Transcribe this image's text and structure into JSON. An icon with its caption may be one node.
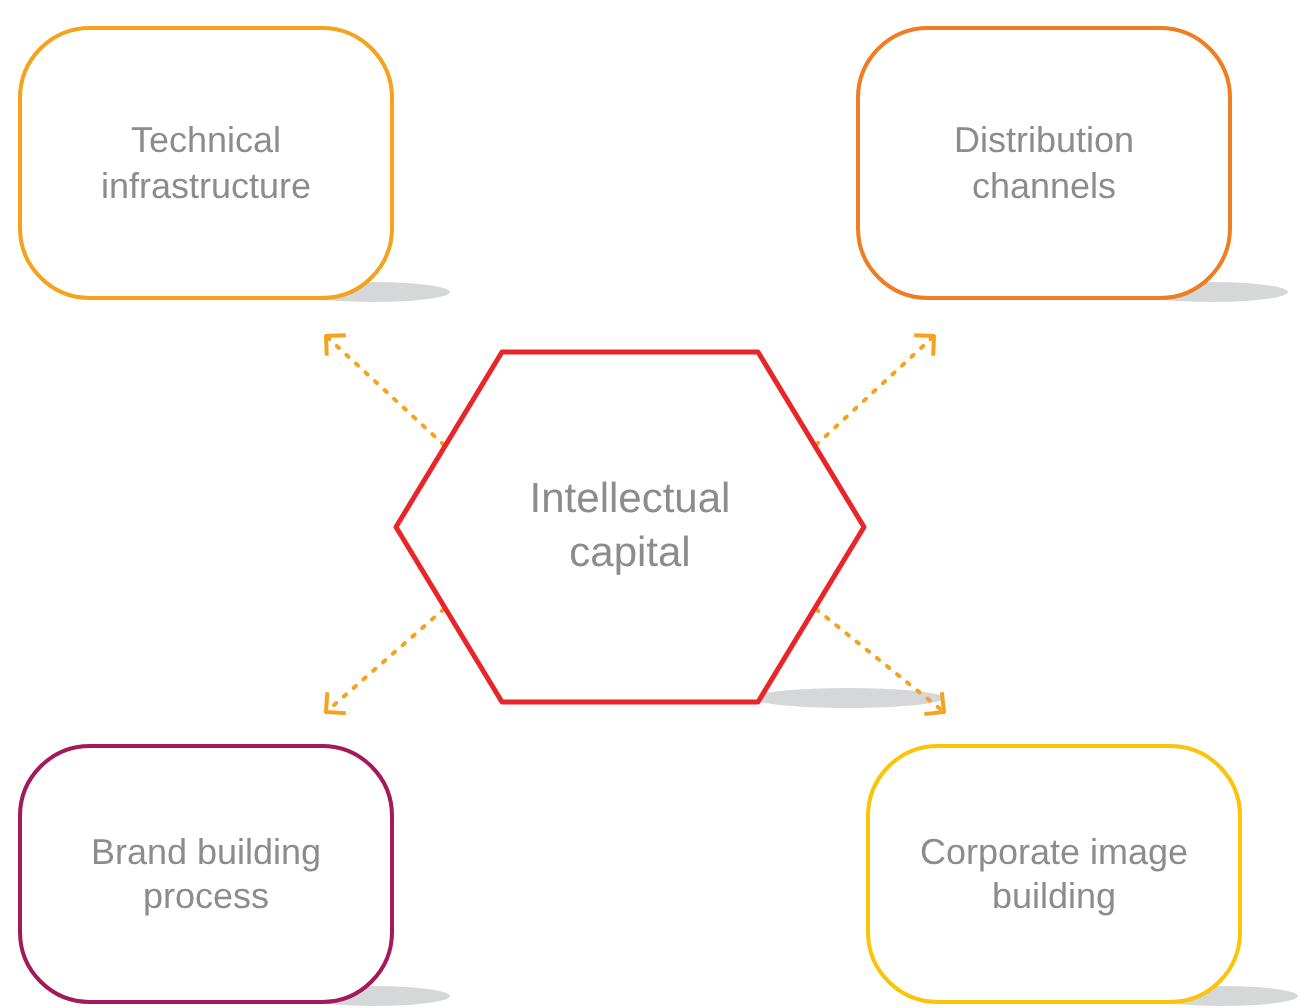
{
  "diagram": {
    "nodes": [
      {
        "text": [
          "Technical infrastructure"
        ]
      },
      {
        "text": [
          "Distribution channels"
        ]
      },
      {
        "text": [
          "Intellectual capital"
        ]
      },
      {
        "text": [
          "Brand building process"
        ]
      },
      {
        "text": [
          "Corporate image building"
        ]
      }
    ],
    "edges": [
      {
        "from": 2,
        "to": 0,
        "arrow": "to",
        "style": "dashed"
      },
      {
        "from": 2,
        "to": 1,
        "arrow": "to",
        "style": "dashed"
      },
      {
        "from": 2,
        "to": 3,
        "arrow": "to",
        "style": "dashed"
      },
      {
        "from": 2,
        "to": 4,
        "arrow": "to",
        "style": "dashed"
      }
    ]
  }
}
